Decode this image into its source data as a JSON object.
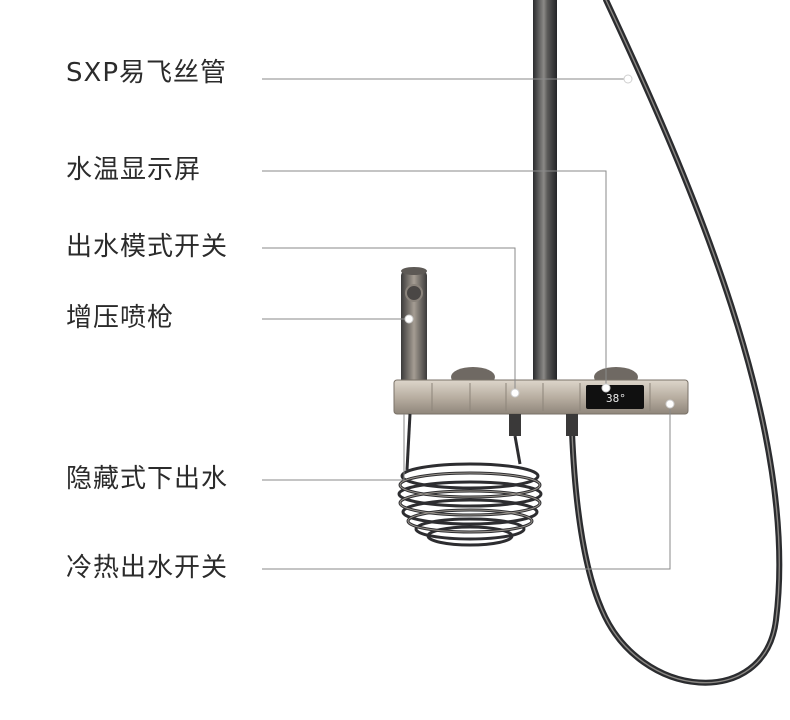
{
  "labels": {
    "hose": "SXP易飞丝管",
    "display": "水温显示屏",
    "mode_switch": "出水模式开关",
    "spray_gun": "增压喷枪",
    "hidden_outlet": "隐藏式下出水",
    "hot_cold_switch": "冷热出水开关"
  },
  "display_reading": "38°",
  "colors": {
    "metal_dark": "#3a3b3e",
    "metal_mid": "#6e6a66",
    "panel": "#c7beb1",
    "leader_line": "#8a8a8a"
  }
}
